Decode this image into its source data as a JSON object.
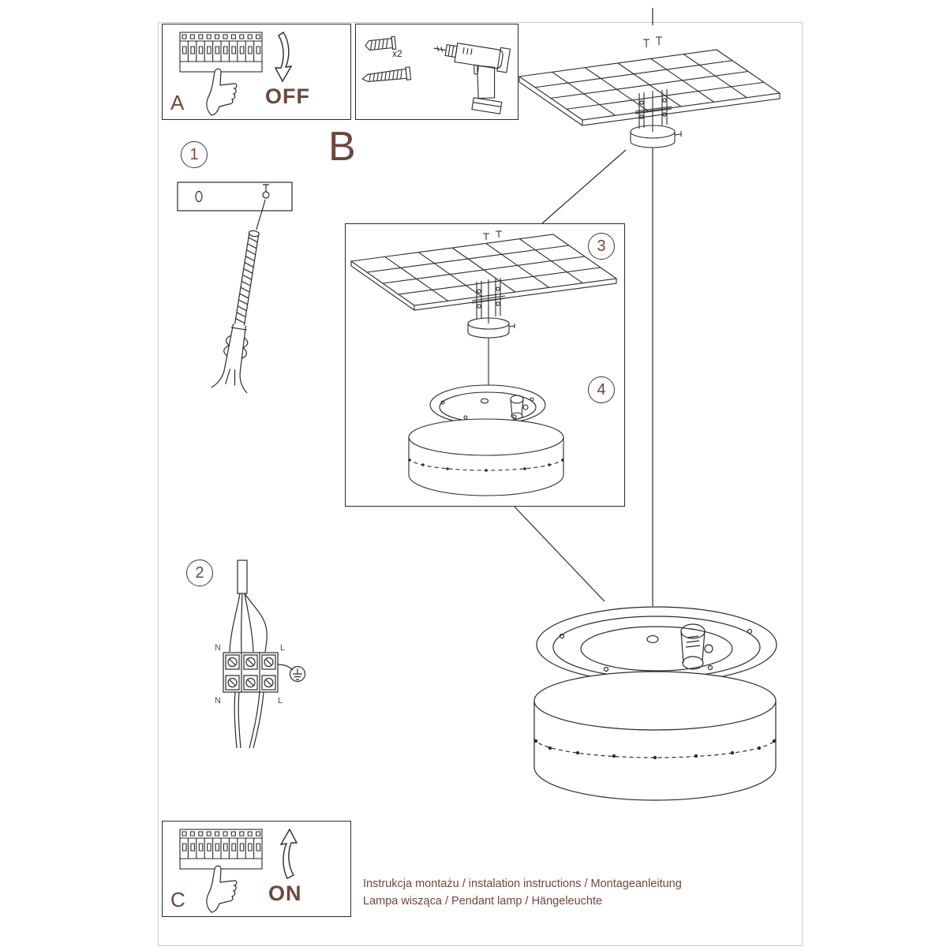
{
  "page": {
    "section_b_label": "B",
    "footer": {
      "line1": "Instrukcja montażu / instalation instructions / Montageanleitung",
      "line2": "Lampa wisząca / Pendant lamp / Hängeleuchte"
    }
  },
  "colors": {
    "ink": "#2a2a2a",
    "label_text": "#6e463d"
  },
  "panel_a": {
    "label": "A",
    "state": "OFF"
  },
  "panel_c": {
    "label": "C",
    "state": "ON"
  },
  "tools": {
    "anchor_quantity": "x2"
  },
  "steps": {
    "s1": "1",
    "s2": "2",
    "s3": "3",
    "s4": "4"
  },
  "wiring": {
    "n_top": "N",
    "l_top": "L",
    "n_bottom": "N",
    "l_bottom": "L"
  }
}
